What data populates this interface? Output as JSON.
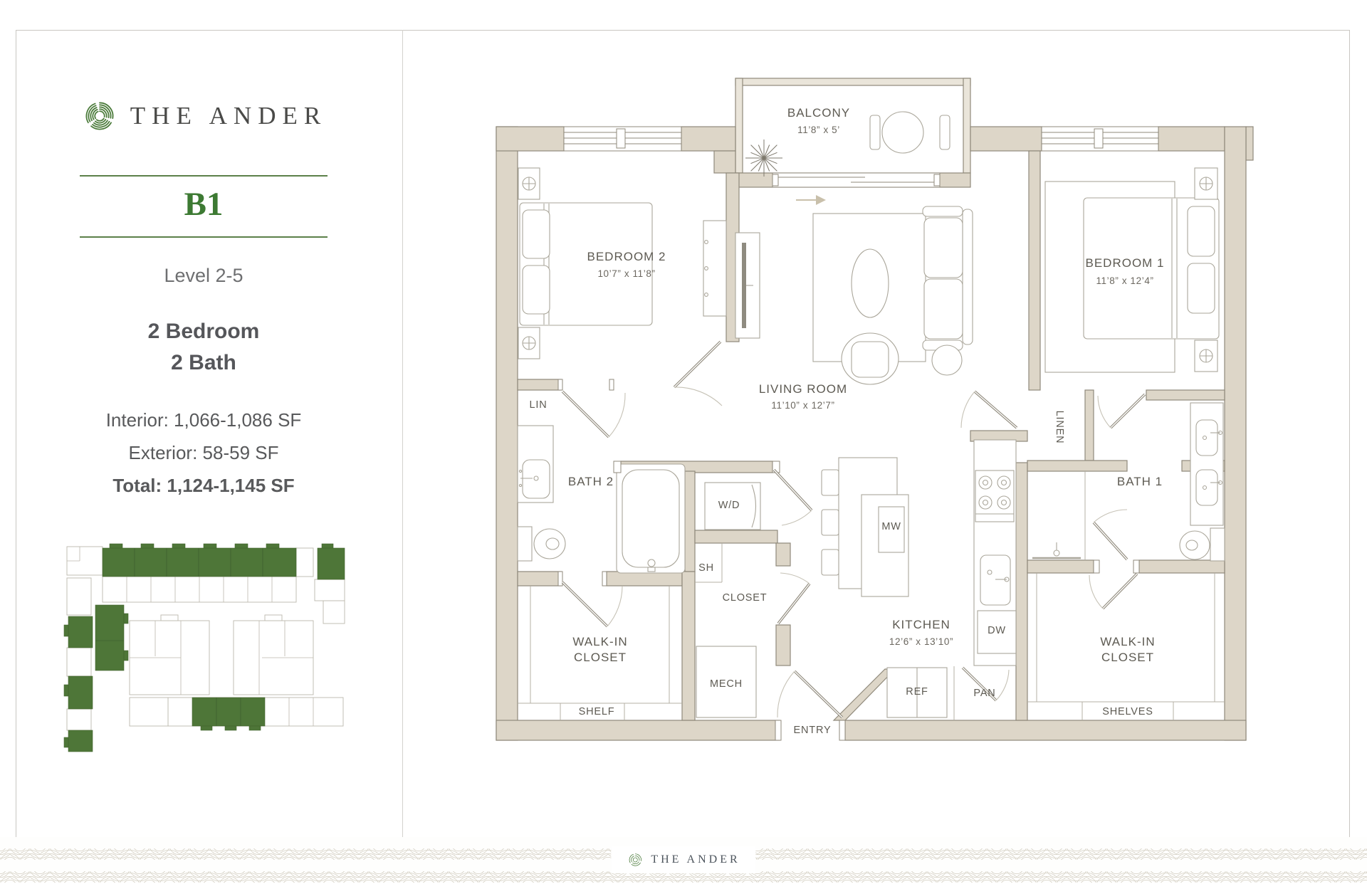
{
  "brand": {
    "name": "THE ANDER",
    "green": "#4c7c3c"
  },
  "sidebar": {
    "plan_code": "B1",
    "level": "Level 2-5",
    "bedrooms": "2 Bedroom",
    "baths": "2 Bath",
    "interior": "Interior: 1,066-1,086 SF",
    "exterior": "Exterior: 58-59 SF",
    "total": "Total: 1,124-1,145 SF"
  },
  "floorplan": {
    "rooms": {
      "balcony": {
        "name": "BALCONY",
        "dims": "11’8” x 5’"
      },
      "bedroom2": {
        "name": "BEDROOM 2",
        "dims": "10’7” x 11’8”"
      },
      "bedroom1": {
        "name": "BEDROOM 1",
        "dims": "11’8” x 12’4”"
      },
      "living": {
        "name": "LIVING ROOM",
        "dims": "11’10” x 12’7”"
      },
      "kitchen": {
        "name": "KITCHEN",
        "dims": "12’6” x 13’10”"
      },
      "bath1": {
        "name": "BATH 1"
      },
      "bath2": {
        "name": "BATH 2"
      },
      "wic": {
        "line1": "WALK-IN",
        "line2": "CLOSET"
      }
    },
    "fixtures": {
      "lin": "LIN",
      "linen": "LINEN",
      "wd": "W/D",
      "sh": "SH",
      "closet": "CLOSET",
      "mech": "MECH",
      "entry": "ENTRY",
      "shelf": "SHELF",
      "shelves": "SHELVES",
      "mw": "MW",
      "dw": "DW",
      "ref": "REF",
      "pan": "PAN"
    }
  },
  "footer": {
    "brand": "THE ANDER"
  },
  "colors": {
    "brand_green": "#4c7c3c",
    "map_green": "#4e7638",
    "wall_fill": "#ddd6c8",
    "wall_line": "#8f897b",
    "text_gray": "#58595b"
  }
}
